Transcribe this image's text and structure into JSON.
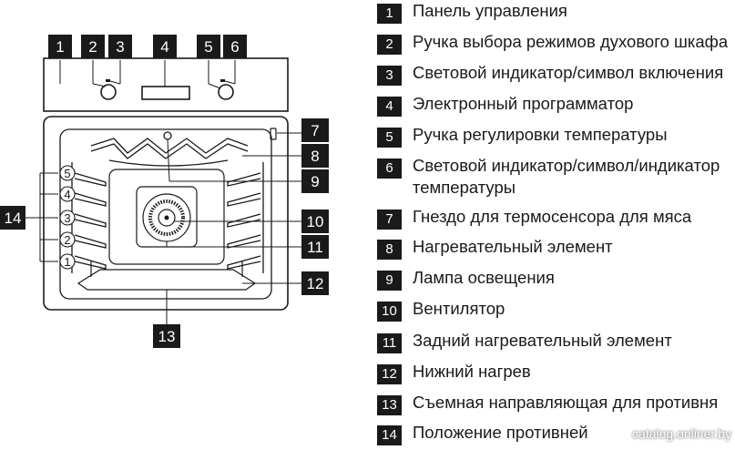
{
  "diagram": {
    "callouts": [
      "1",
      "2",
      "3",
      "4",
      "5",
      "6",
      "7",
      "8",
      "9",
      "10",
      "11",
      "12",
      "13",
      "14"
    ],
    "shelf_positions": [
      "5",
      "4",
      "3",
      "2",
      "1"
    ]
  },
  "legend": [
    {
      "num": "1",
      "text": "Панель управления"
    },
    {
      "num": "2",
      "text": "Ручка выбора режимов духового шкафа"
    },
    {
      "num": "3",
      "text": "Световой индикатор/символ включения"
    },
    {
      "num": "4",
      "text": "Электронный программатор"
    },
    {
      "num": "5",
      "text": "Ручка регулировки температуры"
    },
    {
      "num": "6",
      "text": "Световой индикатор/символ/индикатор температуры"
    },
    {
      "num": "7",
      "text": "Гнездо для термосенсора для мяса"
    },
    {
      "num": "8",
      "text": "Нагревательный элемент"
    },
    {
      "num": "9",
      "text": "Лампа освещения"
    },
    {
      "num": "10",
      "text": "Вентилятор"
    },
    {
      "num": "11",
      "text": "Задний нагревательный элемент"
    },
    {
      "num": "12",
      "text": "Нижний нагрев"
    },
    {
      "num": "13",
      "text": "Съемная направляющая для противня"
    },
    {
      "num": "14",
      "text": "Положение противней"
    }
  ],
  "watermark": "catalog.onliner.by",
  "colors": {
    "ink": "#1a1a1a",
    "paper": "#ffffff"
  }
}
